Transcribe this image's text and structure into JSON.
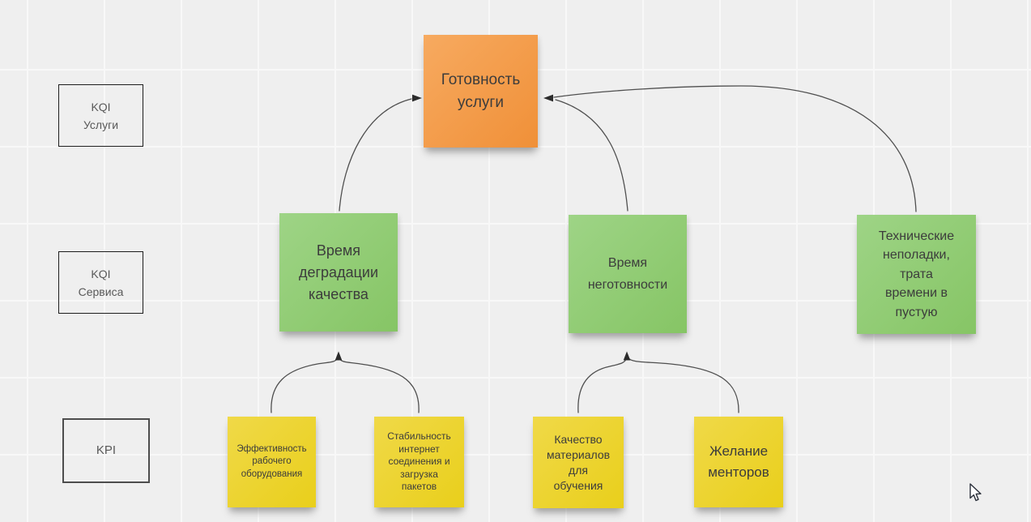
{
  "frames": {
    "kqi_uslugi": {
      "label": "KQI\nУслуги"
    },
    "kqi_servisa": {
      "label": "KQI\nСервиса"
    },
    "kpi": {
      "label": "KPI"
    }
  },
  "sticky_notes": {
    "service_readiness": {
      "text": "Готовность\nуслуги",
      "color": "#F49B4B"
    },
    "degradation_time": {
      "text": "Время\nдеградации\nкачества",
      "color": "#90CC74"
    },
    "unavailability_time": {
      "text": "Время\nнеготовности",
      "color": "#90CC74"
    },
    "technical_issues": {
      "text": "Технические\nнеполадки,\nтрата\nвремени в\nпустую",
      "color": "#90CC74"
    },
    "equipment_efficiency": {
      "text": "Эффективность\nрабочего\nоборудования",
      "color": "#EBD32C"
    },
    "internet_stability": {
      "text": "Стабильность\nинтернет\nсоединения и\nзагрузка\nпакетов",
      "color": "#EBD32C"
    },
    "materials_quality": {
      "text": "Качество\nматериалов\nдля\nобучения",
      "color": "#EBD32C"
    },
    "mentors_desire": {
      "text": "Желание\nменторов",
      "color": "#EBD32C"
    }
  },
  "connectors": [
    {
      "from": "degradation_time",
      "to": "service_readiness"
    },
    {
      "from": "unavailability_time",
      "to": "service_readiness"
    },
    {
      "from": "technical_issues",
      "to": "service_readiness"
    },
    {
      "from": "equipment_efficiency",
      "to": "degradation_time"
    },
    {
      "from": "internet_stability",
      "to": "degradation_time"
    },
    {
      "from": "materials_quality",
      "to": "unavailability_time"
    },
    {
      "from": "mentors_desire",
      "to": "unavailability_time"
    }
  ],
  "colors": {
    "canvas_background": "#EFEFEF",
    "grid_line": "#F8F8F8",
    "connector": "#4F4F4F",
    "note_text": "#3C3C3C",
    "frame_text": "#595959",
    "orange_note": "#F49B4B",
    "green_note": "#90CC74",
    "yellow_note": "#EBD32C"
  }
}
